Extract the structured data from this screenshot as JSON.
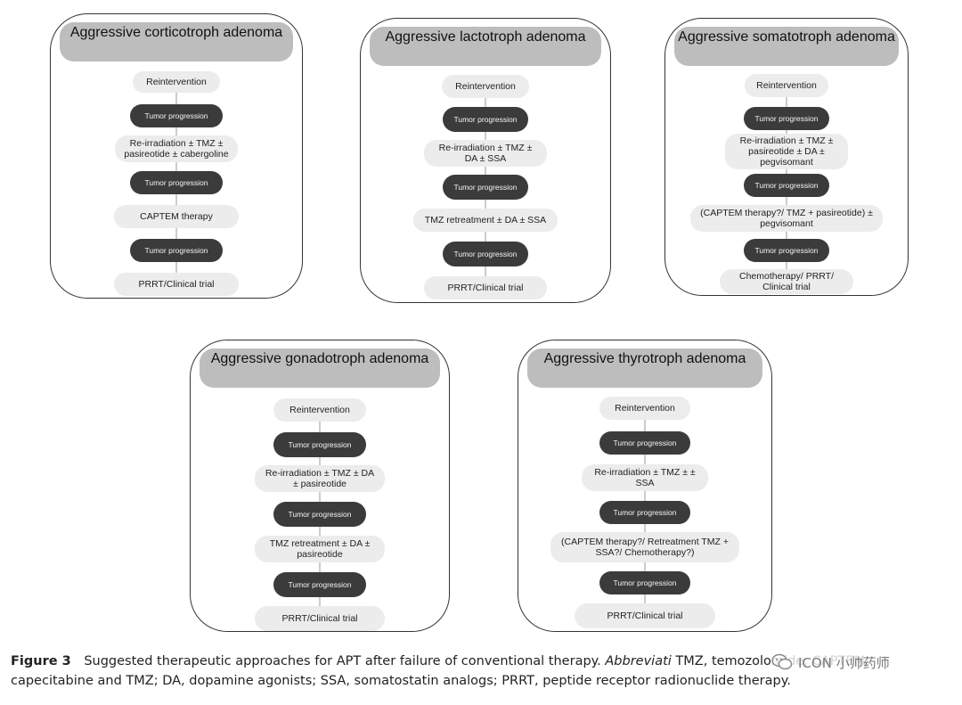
{
  "panels": [
    {
      "title": "Aggressive corticotroph adenoma",
      "nodes": [
        {
          "text": "Reintervention",
          "kind": "light"
        },
        {
          "text": "Tumor progression",
          "kind": "dark"
        },
        {
          "text": "Re-irradiation ± TMZ ± pasireotide ± cabergoline",
          "kind": "light"
        },
        {
          "text": "Tumor progression",
          "kind": "dark"
        },
        {
          "text": "CAPTEM therapy",
          "kind": "light"
        },
        {
          "text": "Tumor progression",
          "kind": "dark"
        },
        {
          "text": "PRRT/Clinical trial",
          "kind": "light"
        }
      ]
    },
    {
      "title": "Aggressive lactotroph adenoma",
      "nodes": [
        {
          "text": "Reintervention",
          "kind": "light"
        },
        {
          "text": "Tumor progression",
          "kind": "dark"
        },
        {
          "text": "Re-irradiation ± TMZ ± DA ± SSA",
          "kind": "light"
        },
        {
          "text": "Tumor progression",
          "kind": "dark"
        },
        {
          "text": "TMZ retreatment ± DA ± SSA",
          "kind": "light"
        },
        {
          "text": "Tumor progression",
          "kind": "dark"
        },
        {
          "text": "PRRT/Clinical trial",
          "kind": "light"
        }
      ]
    },
    {
      "title": "Aggressive somatotroph adenoma",
      "nodes": [
        {
          "text": "Reintervention",
          "kind": "light"
        },
        {
          "text": "Tumor progression",
          "kind": "dark"
        },
        {
          "text": "Re-irradiation ± TMZ ± pasireotide ± DA ± pegvisomant",
          "kind": "light"
        },
        {
          "text": "Tumor progression",
          "kind": "dark"
        },
        {
          "text": "(CAPTEM therapy?/ TMZ + pasireotide) ± pegvisomant",
          "kind": "light"
        },
        {
          "text": "Tumor progression",
          "kind": "dark"
        },
        {
          "text": "Chemotherapy/ PRRT/ Clinical trial",
          "kind": "light"
        }
      ]
    },
    {
      "title": "Aggressive gonadotroph adenoma",
      "nodes": [
        {
          "text": "Reintervention",
          "kind": "light"
        },
        {
          "text": "Tumor progression",
          "kind": "dark"
        },
        {
          "text": "Re-irradiation ± TMZ ± DA ± pasireotide",
          "kind": "light"
        },
        {
          "text": "Tumor progression",
          "kind": "dark"
        },
        {
          "text": "TMZ retreatment ± DA ± pasireotide",
          "kind": "light"
        },
        {
          "text": "Tumor progression",
          "kind": "dark"
        },
        {
          "text": "PRRT/Clinical trial",
          "kind": "light"
        }
      ]
    },
    {
      "title": "Aggressive thyrotroph adenoma",
      "nodes": [
        {
          "text": "Reintervention",
          "kind": "light"
        },
        {
          "text": "Tumor progression",
          "kind": "dark"
        },
        {
          "text": "Re-irradiation ± TMZ ± ± SSA",
          "kind": "light"
        },
        {
          "text": "Tumor progression",
          "kind": "dark"
        },
        {
          "text": "(CAPTEM therapy?/ Retreatment TMZ + SSA?/ Chemotherapy?)",
          "kind": "light"
        },
        {
          "text": "Tumor progression",
          "kind": "dark"
        },
        {
          "text": "PRRT/Clinical trial",
          "kind": "light"
        }
      ]
    }
  ],
  "caption": {
    "label": "Figure 3",
    "text": "Suggested therapeutic approaches for APT after failure of conventional therapy.",
    "abbr_lead": "Abbreviati",
    "abbr_rest": "TMZ, temozolomide; CAPTEM, capecitabine and TMZ; DA, dopamine agonists; SSA, somatostatin analogs; PRRT, peptide receptor radionuclide therapy."
  },
  "watermark": {
    "text": "ICON 小帅药师",
    "icon": "wechat-bubble-icon"
  }
}
